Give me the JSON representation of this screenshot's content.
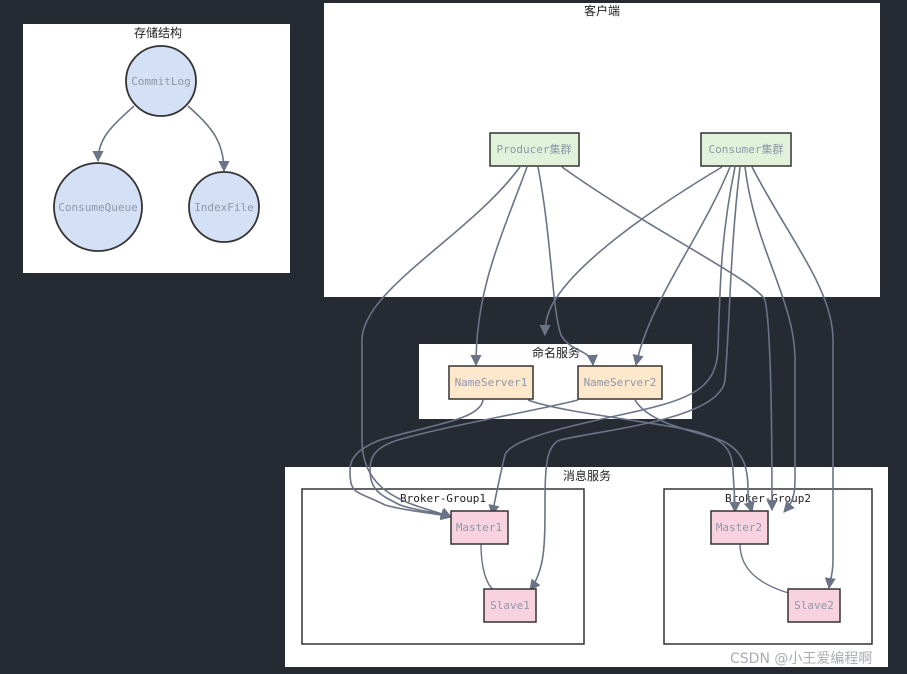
{
  "panels": {
    "storage": {
      "title": "存储结构"
    },
    "client": {
      "title": "客户端"
    },
    "nameservice": {
      "title": "命名服务"
    },
    "messageservice": {
      "title": "消息服务"
    }
  },
  "groups": {
    "group1": {
      "title": "Broker-Group1"
    },
    "group2": {
      "title": "Broker-Group2"
    }
  },
  "nodes": {
    "commitlog": "CommitLog",
    "consumequeue": "ConsumeQueue",
    "indexfile": "IndexFile",
    "producer": "Producer集群",
    "consumer": "Consumer集群",
    "nameserver1": "NameServer1",
    "nameserver2": "NameServer2",
    "master1": "Master1",
    "slave1": "Slave1",
    "master2": "Master2",
    "slave2": "Slave2"
  },
  "colors": {
    "background": "#262a33",
    "circle_fill": "#d4e0f6",
    "client_node_fill": "#e0f3da",
    "nameserver_fill": "#fde8cc",
    "broker_fill": "#f8d3df",
    "edge": "#6b7386"
  },
  "watermark": "CSDN @小王爱编程啊"
}
